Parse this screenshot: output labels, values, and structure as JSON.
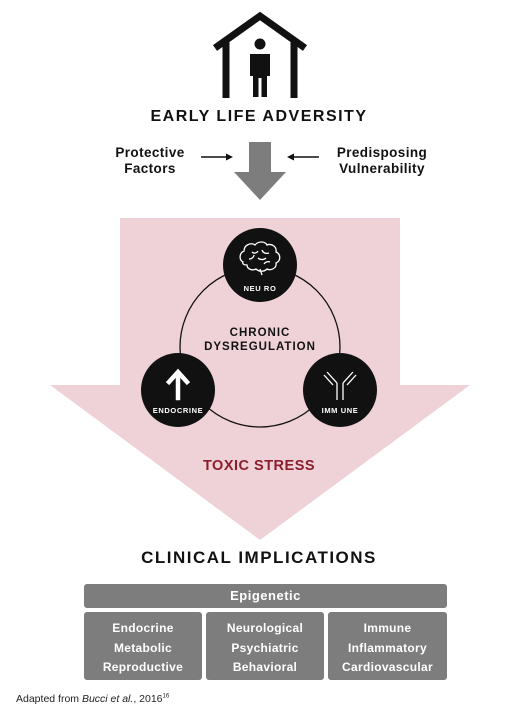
{
  "heading_top": "EARLY LIFE ADVERSITY",
  "protective": [
    "Protective",
    "Factors"
  ],
  "predisposing": [
    "Predisposing",
    "Vulnerability"
  ],
  "nodes": {
    "neuro": "NEU RO",
    "endocrine": "ENDOCRINE",
    "immune": "IMM UNE"
  },
  "center": [
    "CHRONIC",
    "DYSREGULATION"
  ],
  "toxic_stress": "TOXIC STRESS",
  "heading_bottom": "CLINICAL IMPLICATIONS",
  "epigenetic": "Epigenetic",
  "columns": [
    [
      "Endocrine",
      "Metabolic",
      "Reproductive"
    ],
    [
      "Neurological",
      "Psychiatric",
      "Behavioral"
    ],
    [
      "Immune",
      "Inflammatory",
      "Cardiovascular"
    ]
  ],
  "citation": {
    "prefix": "Adapted from ",
    "authors": "Bucci et al.",
    "year": ", 2016",
    "ref": "16"
  },
  "colors": {
    "big_arrow": "#eed2d7",
    "toxic_text": "#8b1d2c",
    "gray_arrow": "#7d7d7d",
    "box_fill": "#7d7d7d",
    "node_fill": "#111111"
  },
  "icons": [
    "house-with-person-icon",
    "brain-icon",
    "arrow-up-icon",
    "antibody-icon",
    "arrow-right-icon",
    "arrow-left-icon",
    "arrow-down-icon"
  ]
}
